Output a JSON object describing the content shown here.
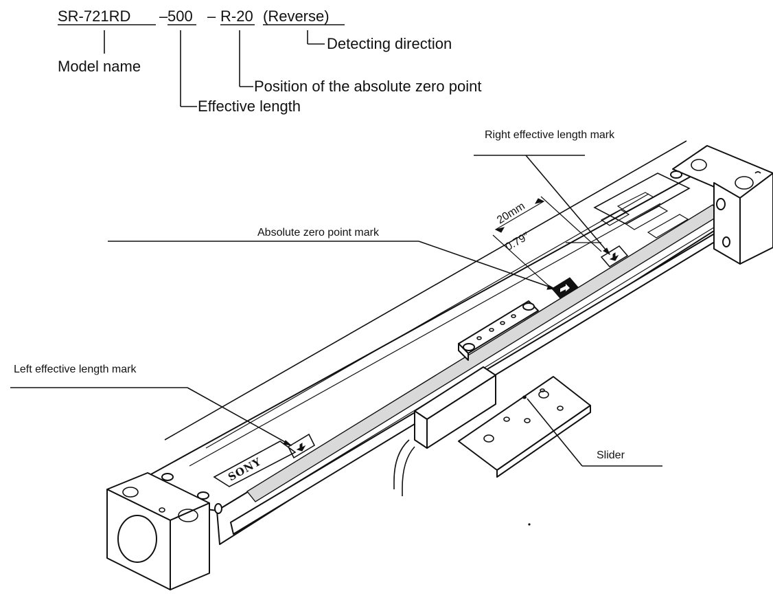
{
  "model_code": {
    "model": "SR-721RD",
    "dash1": "–",
    "length": "500",
    "dash2": "–",
    "zero": "R-20",
    "direction": "(Reverse)"
  },
  "code_labels": {
    "model_name": "Model name",
    "effective_length": "Effective length",
    "zero_position": "Position of the absolute zero point",
    "detecting_direction": "Detecting direction"
  },
  "callouts": {
    "right_mark": "Right effective length mark",
    "zero_mark": "Absolute zero point mark",
    "left_mark": "Left effective length mark",
    "slider": "Slider"
  },
  "dimension": {
    "metric": "20mm",
    "imperial": "0.79″"
  },
  "brand": "SONY"
}
